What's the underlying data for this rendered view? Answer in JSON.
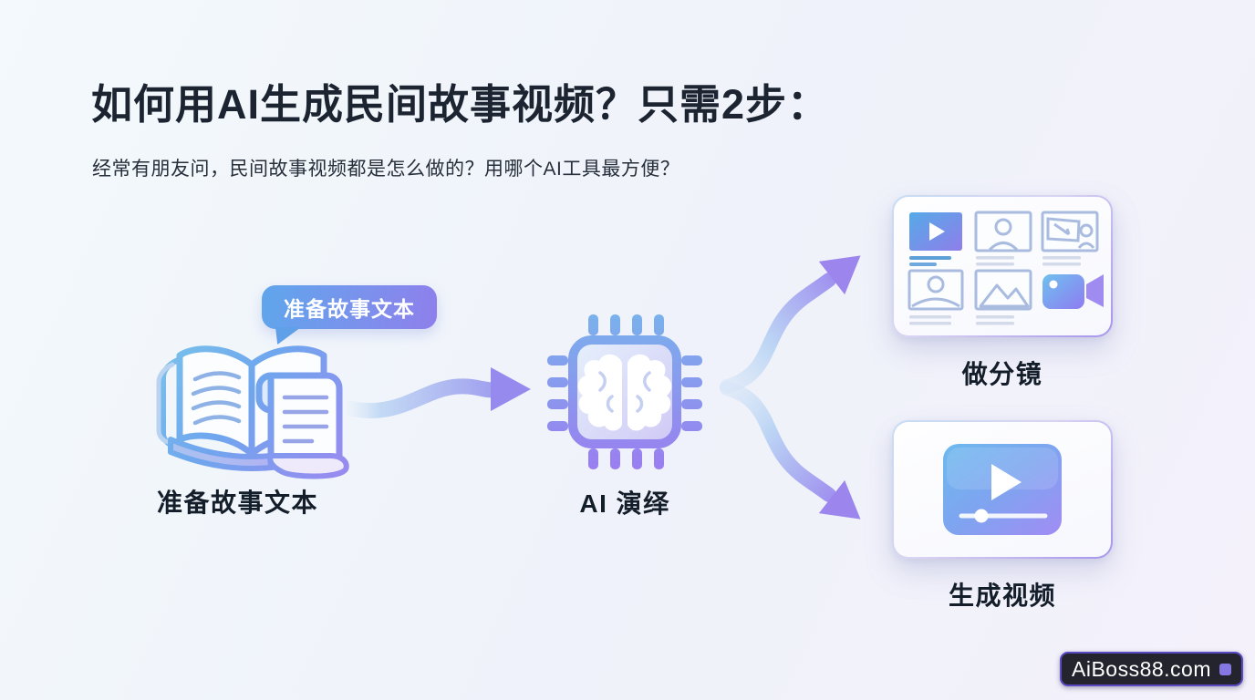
{
  "page": {
    "title": "如何用AI生成民间故事视频？只需2步：",
    "subtitle": "经常有朋友问，民间故事视频都是怎么做的？用哪个AI工具最方便？"
  },
  "flow": {
    "step1": {
      "tooltip": "准备故事文本",
      "label": "准备故事文本",
      "icon": "open-book-with-scroll-icon"
    },
    "step2": {
      "label": "AI 演绎",
      "icon": "ai-chip-brain-icon"
    },
    "outputs": [
      {
        "label": "做分镜",
        "icon": "storyboard-grid-icon"
      },
      {
        "label": "生成视频",
        "icon": "video-player-icon"
      }
    ]
  },
  "watermark": {
    "text": "AiBoss88.com"
  },
  "colors": {
    "background_start": "#F3F9FC",
    "background_end": "#F4F1FB",
    "accent_blue": "#5FA4EA",
    "accent_purple": "#9184EE",
    "title_text": "#1B2430",
    "card_background": "#FDFEFF",
    "watermark_background": "#23242E",
    "watermark_border": "#5A4BC4"
  }
}
